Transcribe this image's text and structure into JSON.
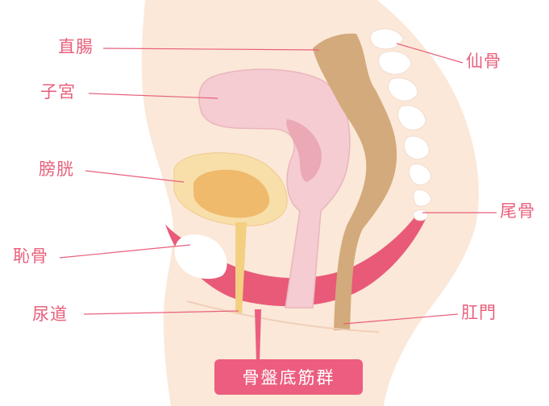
{
  "labels": {
    "rectum": "直腸",
    "uterus": "子宮",
    "bladder": "膀胱",
    "pubic_bone": "恥骨",
    "urethra": "尿道",
    "sacrum": "仙骨",
    "coccyx": "尾骨",
    "anus": "肛門",
    "pelvic_floor_muscles": "骨盤底筋群"
  },
  "colors": {
    "skin": "#fbe8d8",
    "uterus": "#f5ccd1",
    "bladder_outer": "#f8dfaa",
    "bladder_inner": "#efba6c",
    "rectum": "#d3aa7c",
    "muscle": "#e85a78",
    "bone": "#ffffff",
    "accent": "#ec5d7f"
  }
}
